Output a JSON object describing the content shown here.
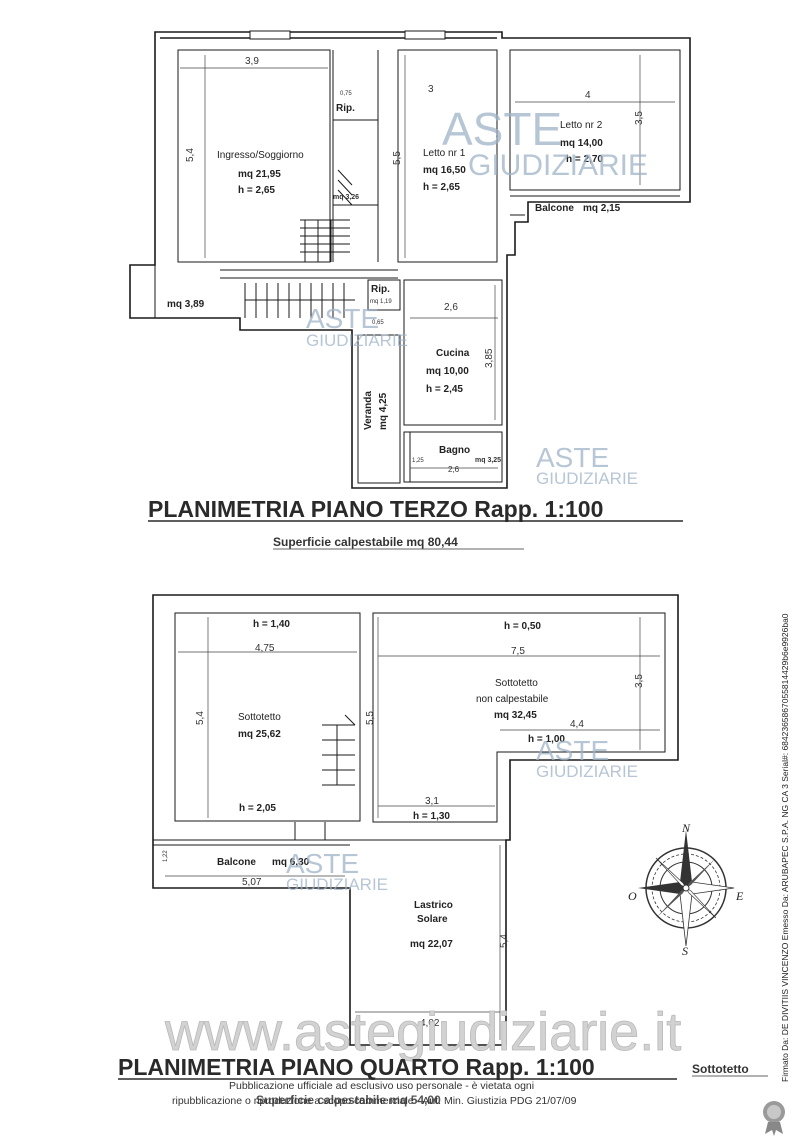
{
  "third_floor": {
    "title": "PLANIMETRIA PIANO TERZO Rapp. 1:100",
    "surface": "Superficie calpestabile mq 80,44",
    "rooms": {
      "ingresso": {
        "name": "Ingresso/Soggiorno",
        "area": "mq 21,95",
        "height": "h = 2,65",
        "width": "3,9",
        "depth": "5,4"
      },
      "letto1": {
        "name": "Letto nr 1",
        "area": "mq 16,50",
        "height": "h = 2,65",
        "width": "3",
        "depth": "5,5"
      },
      "letto2": {
        "name": "Letto nr 2",
        "area": "mq 14,00",
        "height": "h = 2,70",
        "width": "4",
        "depth": "3,5"
      },
      "balcone": {
        "name": "Balcone",
        "area": "mq 2,15"
      },
      "rip1": {
        "name": "Rip.",
        "w": "0,75",
        "area": "mq 3,26"
      },
      "landing": {
        "area": "mq 3,89"
      },
      "rip2": {
        "name": "Rip.",
        "area": "mq 1,19",
        "w": "0,65"
      },
      "cucina": {
        "name": "Cucina",
        "area": "mq 10,00",
        "height": "h = 2,45",
        "width": "2,6",
        "depth": "3,85"
      },
      "veranda": {
        "name": "Veranda",
        "area": "mq 4,25"
      },
      "bagno": {
        "name": "Bagno",
        "area": "mq 3,25",
        "width": "2,6",
        "depth": "1,25"
      }
    }
  },
  "fourth_floor": {
    "title": "PLANIMETRIA PIANO QUARTO Rapp. 1:100",
    "surface": "Superficie calpestabile mq 54,00",
    "tag": "Sottotetto",
    "rooms": {
      "sottotetto": {
        "name": "Sottotetto",
        "area": "mq 25,62",
        "h_top": "h = 1,40",
        "h_bottom": "h = 2,05",
        "width": "4,75",
        "depth": "5,4"
      },
      "sottotetto_nc": {
        "name1": "Sottotetto",
        "name2": "non calpestabile",
        "area": "mq 32,45",
        "h_top": "h = 0,50",
        "h_mid": "h = 1,00",
        "h_bottom": "h = 1,30",
        "width": "7,5",
        "depth": "5,5",
        "right_depth": "3,5",
        "right_width": "4,4",
        "bottom_width": "3,1"
      },
      "balcone": {
        "name": "Balcone",
        "area": "mq 6,30",
        "width": "5,07",
        "small": "1,22"
      },
      "lastrico": {
        "name1": "Lastrico",
        "name2": "Solare",
        "area": "mq 22,07",
        "width": "4,02",
        "depth": "5,4"
      }
    }
  },
  "compass": {
    "n": "N",
    "s": "S",
    "e": "E",
    "o": "O"
  },
  "watermark": {
    "aste": "ASTE",
    "giudiziarie": "GIUDIZIARIE"
  },
  "website": "www.astegiudiziarie.it",
  "footer": {
    "line1": "Pubblicazione ufficiale ad esclusivo uso personale - è vietata ogni",
    "line2": "ripubblicazione o riproduzione a scopo commerciale - Aut. Min. Giustizia PDG 21/07/09"
  },
  "signature": "Firmato Da: DE DIVITIIS VINCENZO Emesso Da: ARUBAPEC S.P.A. NG CA 3 Serial#: 6842365867055814429b6e9926ba0"
}
